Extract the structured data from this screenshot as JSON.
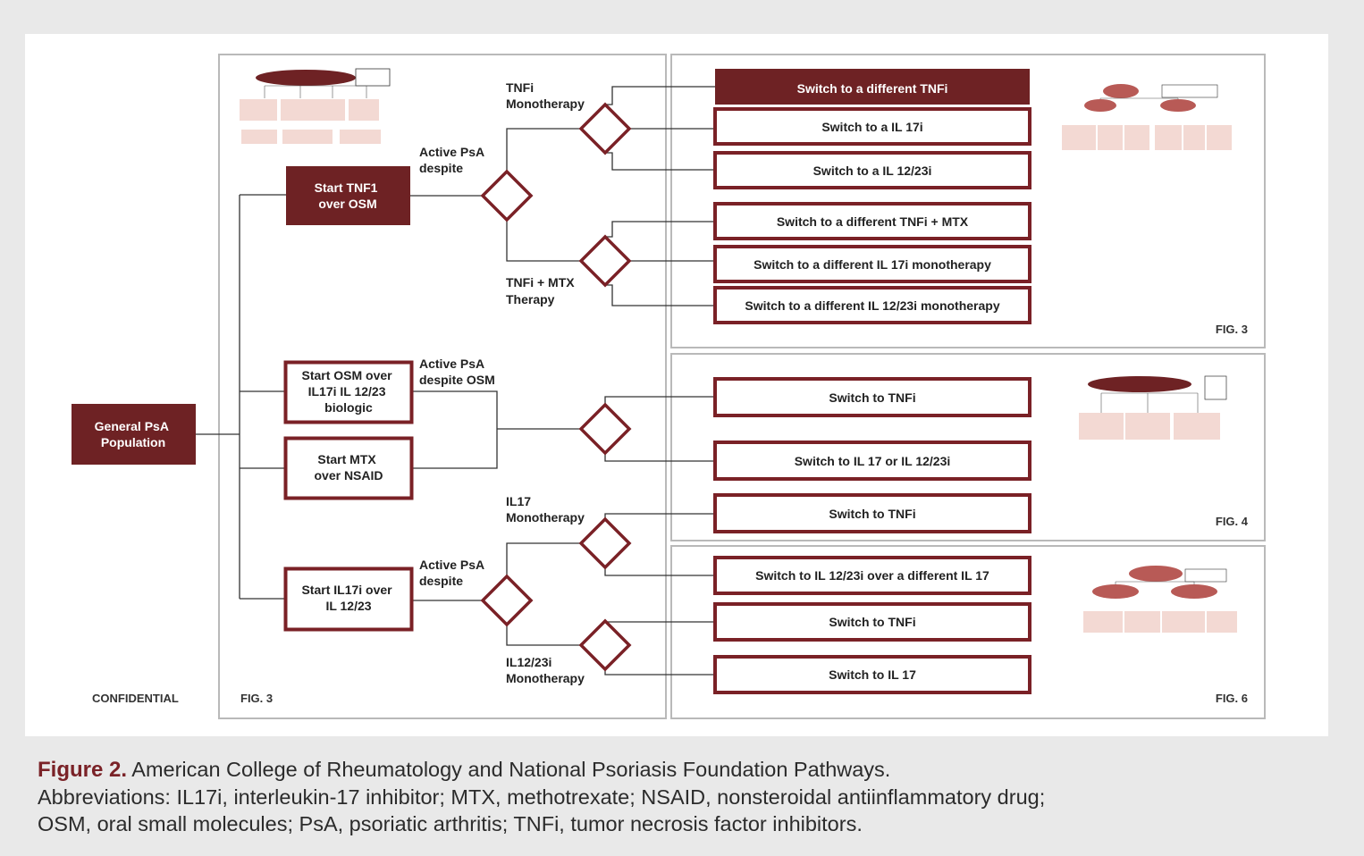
{
  "colors": {
    "maroon": "#6e2224",
    "box_border": "#7a2126",
    "frame": "#b9b9b9",
    "thumb_fill": "#f3d9d3",
    "background": "#e9e9e9"
  },
  "root": {
    "label_line1": "General PsA",
    "label_line2": "Population"
  },
  "starts": {
    "tnf": {
      "line1": "Start TNF1",
      "line2": "over OSM"
    },
    "osm": {
      "line1": "Start OSM over",
      "line2": "IL17i IL 12/23",
      "line3": "biologic"
    },
    "mtx": {
      "line1": "Start MTX",
      "line2": "over NSAID"
    },
    "il17": {
      "line1": "Start IL17i over",
      "line2": "IL 12/23"
    }
  },
  "branch_labels": {
    "active_despite_1": {
      "line1": "Active PsA",
      "line2": "despite"
    },
    "tnfi_mono": {
      "line1": "TNFi",
      "line2": "Monotherapy"
    },
    "tnfi_mtx": {
      "line1": "TNFi + MTX",
      "line2": "Therapy"
    },
    "active_despite_osm": {
      "line1": "Active PsA",
      "line2": "despite OSM"
    },
    "il17_mono": {
      "line1": "IL17",
      "line2": "Monotherapy"
    },
    "active_despite_2": {
      "line1": "Active PsA",
      "line2": "despite"
    },
    "il1223_mono": {
      "line1": "IL12/23i",
      "line2": "Monotherapy"
    }
  },
  "outcomes": [
    "Switch to a different TNFi",
    "Switch to a IL 17i",
    "Switch to a IL 12/23i",
    "Switch to a different TNFi + MTX",
    "Switch to a different IL 17i monotherapy",
    "Switch to a different IL 12/23i monotherapy",
    "Switch to TNFi",
    "Switch to IL 17 or IL 12/23i",
    "Switch to TNFi",
    "Switch to IL 12/23i over a different IL 17",
    "Switch to TNFi",
    "Switch to IL 17"
  ],
  "fig_labels": {
    "left": "FIG. 3",
    "right_top": "FIG. 3",
    "right_mid": "FIG. 4",
    "right_bot": "FIG. 6"
  },
  "confidential": "CONFIDENTIAL",
  "caption": {
    "figure_label": "Figure 2.",
    "title": " American College of Rheumatology and National Psoriasis Foundation Pathways.",
    "abbreviations_line1": "Abbreviations: IL17i, interleukin-17 inhibitor; MTX, methotrexate; NSAID, nonsteroidal antiinflammatory drug;",
    "abbreviations_line2": "OSM, oral small molecules; PsA, psoriatic arthritis; TNFi, tumor necrosis factor inhibitors."
  }
}
